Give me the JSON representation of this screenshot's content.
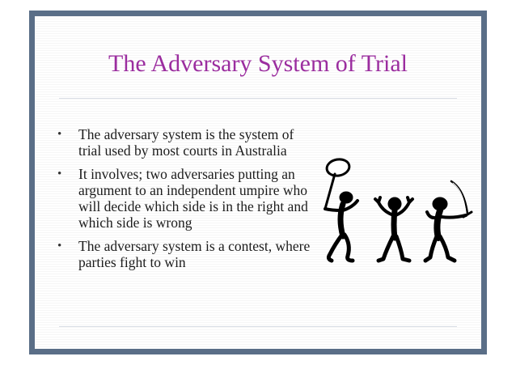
{
  "slide": {
    "title": "The Adversary System of Trial",
    "bullets": [
      "The adversary system is the system of trial used by most courts in Australia",
      "It involves; two adversaries putting an argument to an independent umpire who will decide which side is in the right and which side is wrong",
      "The adversary system is a contest, where parties fight to win"
    ],
    "bullet_marker": "•",
    "colors": {
      "title": "#9b2d9f",
      "frame": "#5a6e87",
      "text": "#1c1c1c"
    },
    "illustration": "three-stick-figures-fighting"
  }
}
